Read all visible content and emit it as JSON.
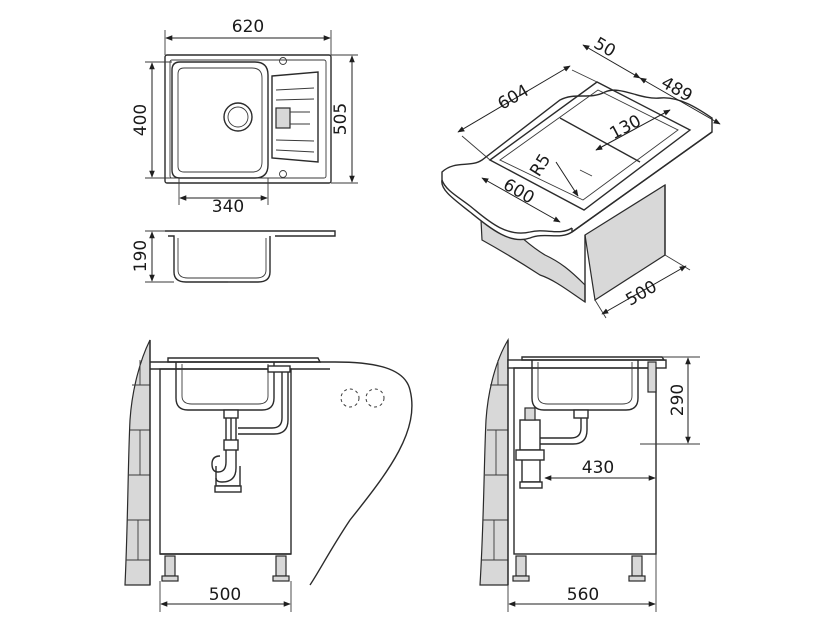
{
  "top_view": {
    "width": "620",
    "depth": "505",
    "bowl_depth": "400",
    "bowl_width": "340"
  },
  "side_view": {
    "height": "190"
  },
  "iso_view": {
    "dim_top_offset": "50",
    "dim_left_length": "604",
    "dim_right_length": "489",
    "dim_drainer": "130",
    "dim_radius": "R5",
    "dim_front_length": "600",
    "dim_cabinet_depth": "500"
  },
  "front_install": {
    "cabinet_width": "500"
  },
  "side_install": {
    "install_height": "290",
    "drain_offset": "430",
    "cabinet_depth": "560"
  },
  "colors": {
    "line": "#2b2b2b",
    "fill_gray": "#d8d8d8",
    "background": "#ffffff"
  }
}
